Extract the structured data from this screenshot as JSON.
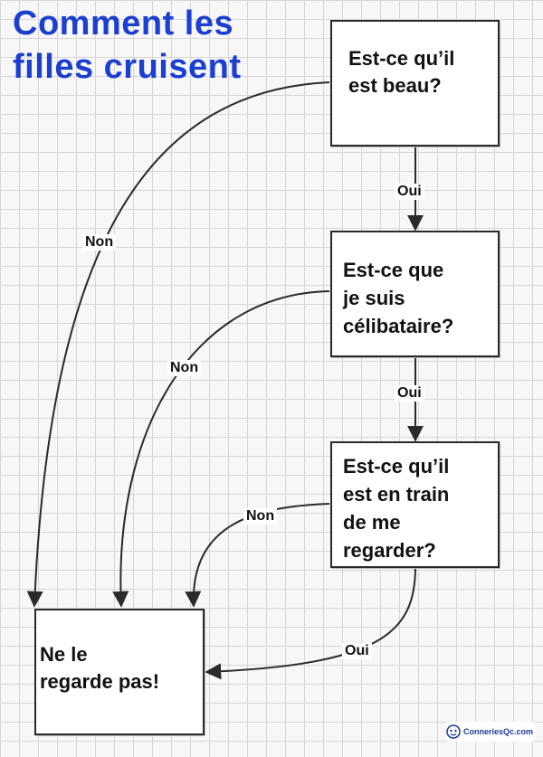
{
  "title": {
    "line1": "Comment les",
    "line2": "filles cruisent"
  },
  "nodes": {
    "q1": {
      "line1": "Est-ce qu’il",
      "line2": "est beau?"
    },
    "q2": {
      "line1": "Est-ce que",
      "line2": "je suis",
      "line3": "célibataire?"
    },
    "q3": {
      "line1": "Est-ce qu’il",
      "line2": "est en train",
      "line3": "de me",
      "line4": "regarder?"
    },
    "end": {
      "line1": "Ne le",
      "line2": "regarde pas!"
    }
  },
  "edges": {
    "q1_yes": "Oui",
    "q1_no": "Non",
    "q2_yes": "Oui",
    "q2_no": "Non",
    "q3_no": "Non",
    "q3_yes": "Oui"
  },
  "watermark": "ConneriesQc.com",
  "colors": {
    "title": "#1b3fd0",
    "line": "#2a2a2a",
    "grid": "#d6d6d6"
  }
}
